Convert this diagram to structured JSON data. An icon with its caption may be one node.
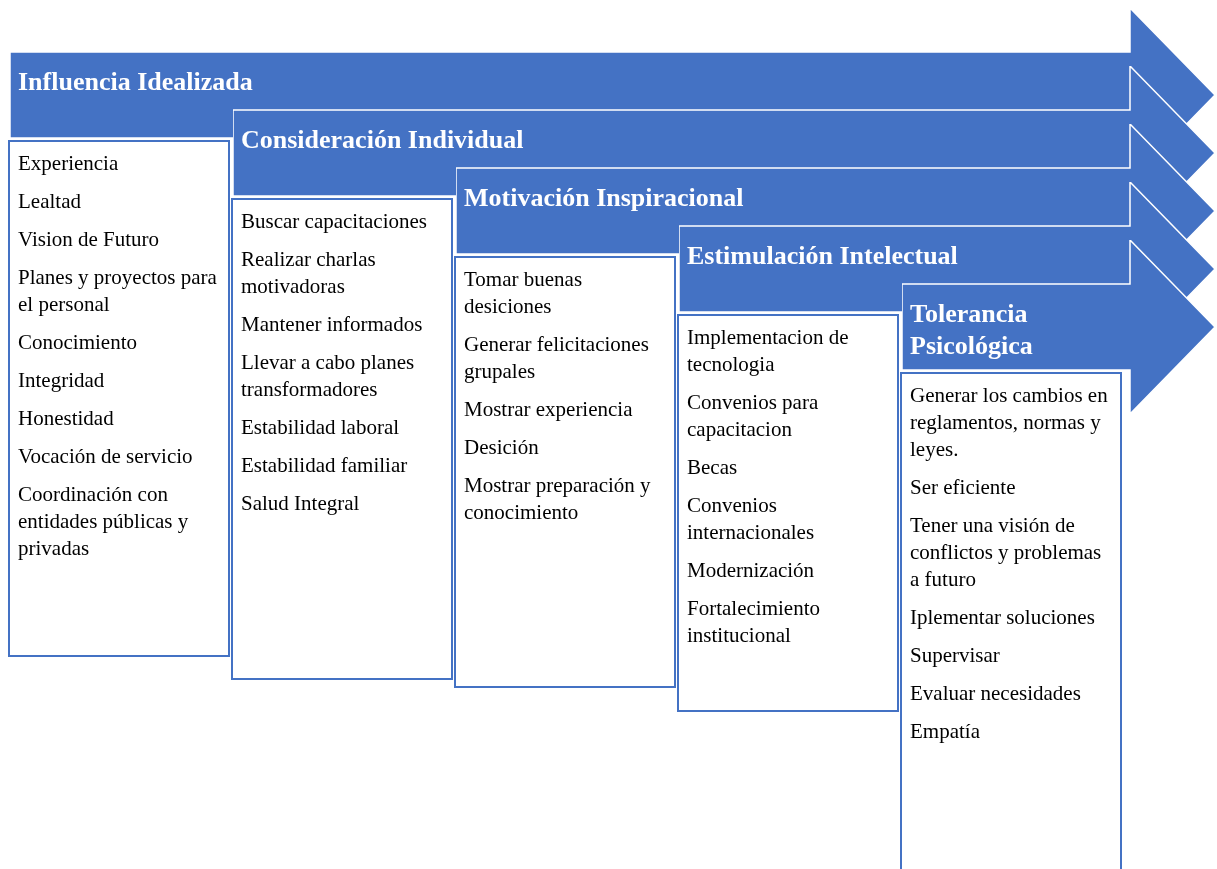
{
  "diagram": {
    "nodes": [
      {
        "text": [
          "Influencia Idealizada"
        ]
      },
      {
        "text": [
          "Experiencia",
          "Lealtad",
          "Vision de Futuro",
          "Planes y proyectos para el personal",
          "Conocimiento",
          "Integridad",
          "Honestidad",
          "Vocación de servicio",
          "Coordinación con entidades públicas y privadas"
        ]
      },
      {
        "text": [
          "Consideración Individual"
        ]
      },
      {
        "text": [
          "Buscar capacitaciones",
          "Realizar charlas motivadoras",
          "Mantener informados",
          "Llevar a cabo planes transformadores",
          "Estabilidad laboral",
          "Estabilidad familiar",
          "Salud Integral"
        ]
      },
      {
        "text": [
          "Motivación Inspiracional"
        ]
      },
      {
        "text": [
          "Tomar buenas desiciones",
          "Generar felicitaciones grupales",
          "Mostrar experiencia",
          "Desición",
          "Mostrar preparación y conocimiento"
        ]
      },
      {
        "text": [
          "Estimulación Intelectual"
        ]
      },
      {
        "text": [
          "Implementacion de tecnologia",
          "Convenios para capacitacion",
          "Becas",
          "Convenios internacionales",
          "Modernización",
          "Fortalecimiento institucional"
        ]
      },
      {
        "text": [
          "Tolerancia Psicológica"
        ]
      },
      {
        "text": [
          "Generar los cambios en reglamentos, normas y leyes.",
          "Ser eficiente",
          "Tener una visión de conflictos y problemas a futuro",
          "Iplementar soluciones",
          "Supervisar",
          "Evaluar necesidades",
          "Empatía"
        ]
      }
    ]
  }
}
